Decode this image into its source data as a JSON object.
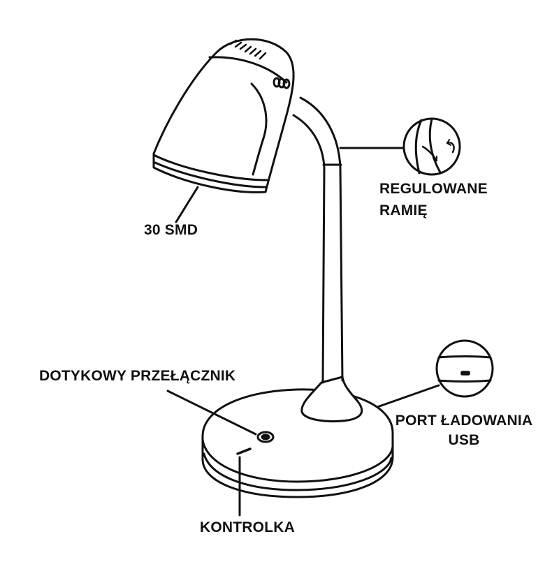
{
  "labels": {
    "led": "30 SMD",
    "arm": [
      "REGULOWANE",
      "RAMIĘ"
    ],
    "switch": "DOTYKOWY PRZEŁĄCZNIK",
    "usb": [
      "PORT ŁADOWANIA",
      "USB"
    ],
    "indicator": "KONTROLKA"
  },
  "colors": {
    "stroke": "#111111",
    "fill": "#ffffff"
  }
}
